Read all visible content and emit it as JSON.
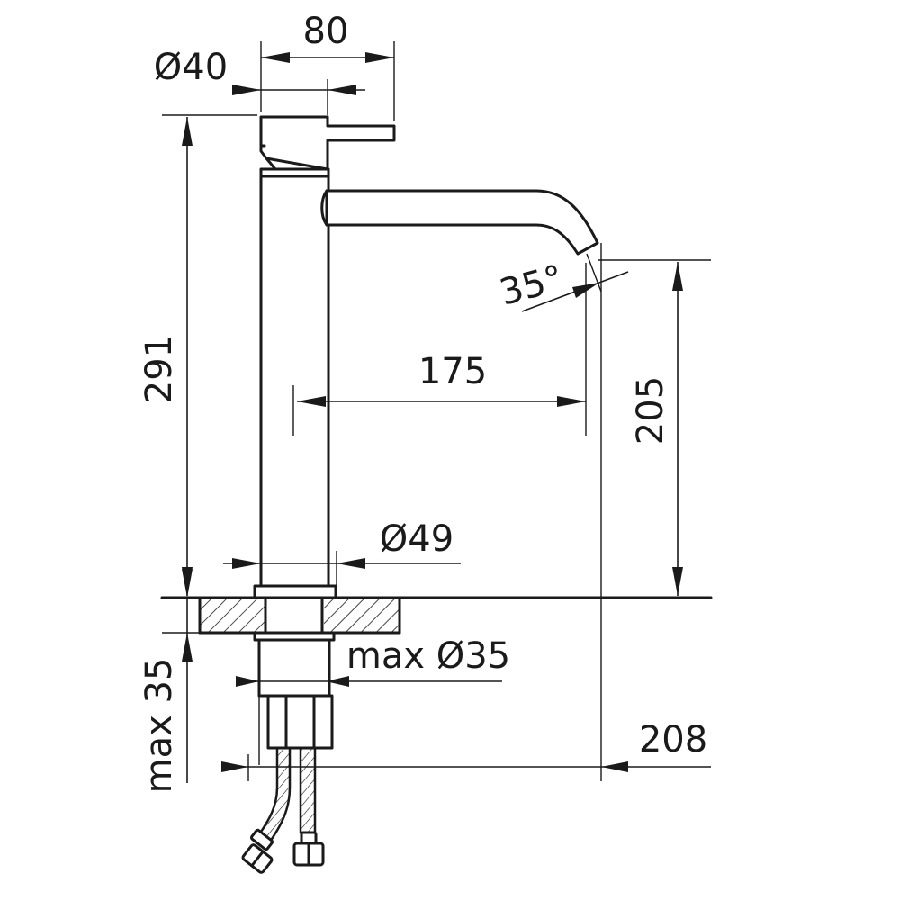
{
  "drawing": {
    "dimensions": {
      "width_80": "80",
      "handle_diameter": "Ø40",
      "height_291": "291",
      "spout_angle": "35°",
      "reach_175": "175",
      "spout_height_205": "205",
      "body_diameter": "Ø49",
      "hole_diameter": "max Ø35",
      "deck_thickness": "max 35",
      "overall_208": "208"
    }
  }
}
